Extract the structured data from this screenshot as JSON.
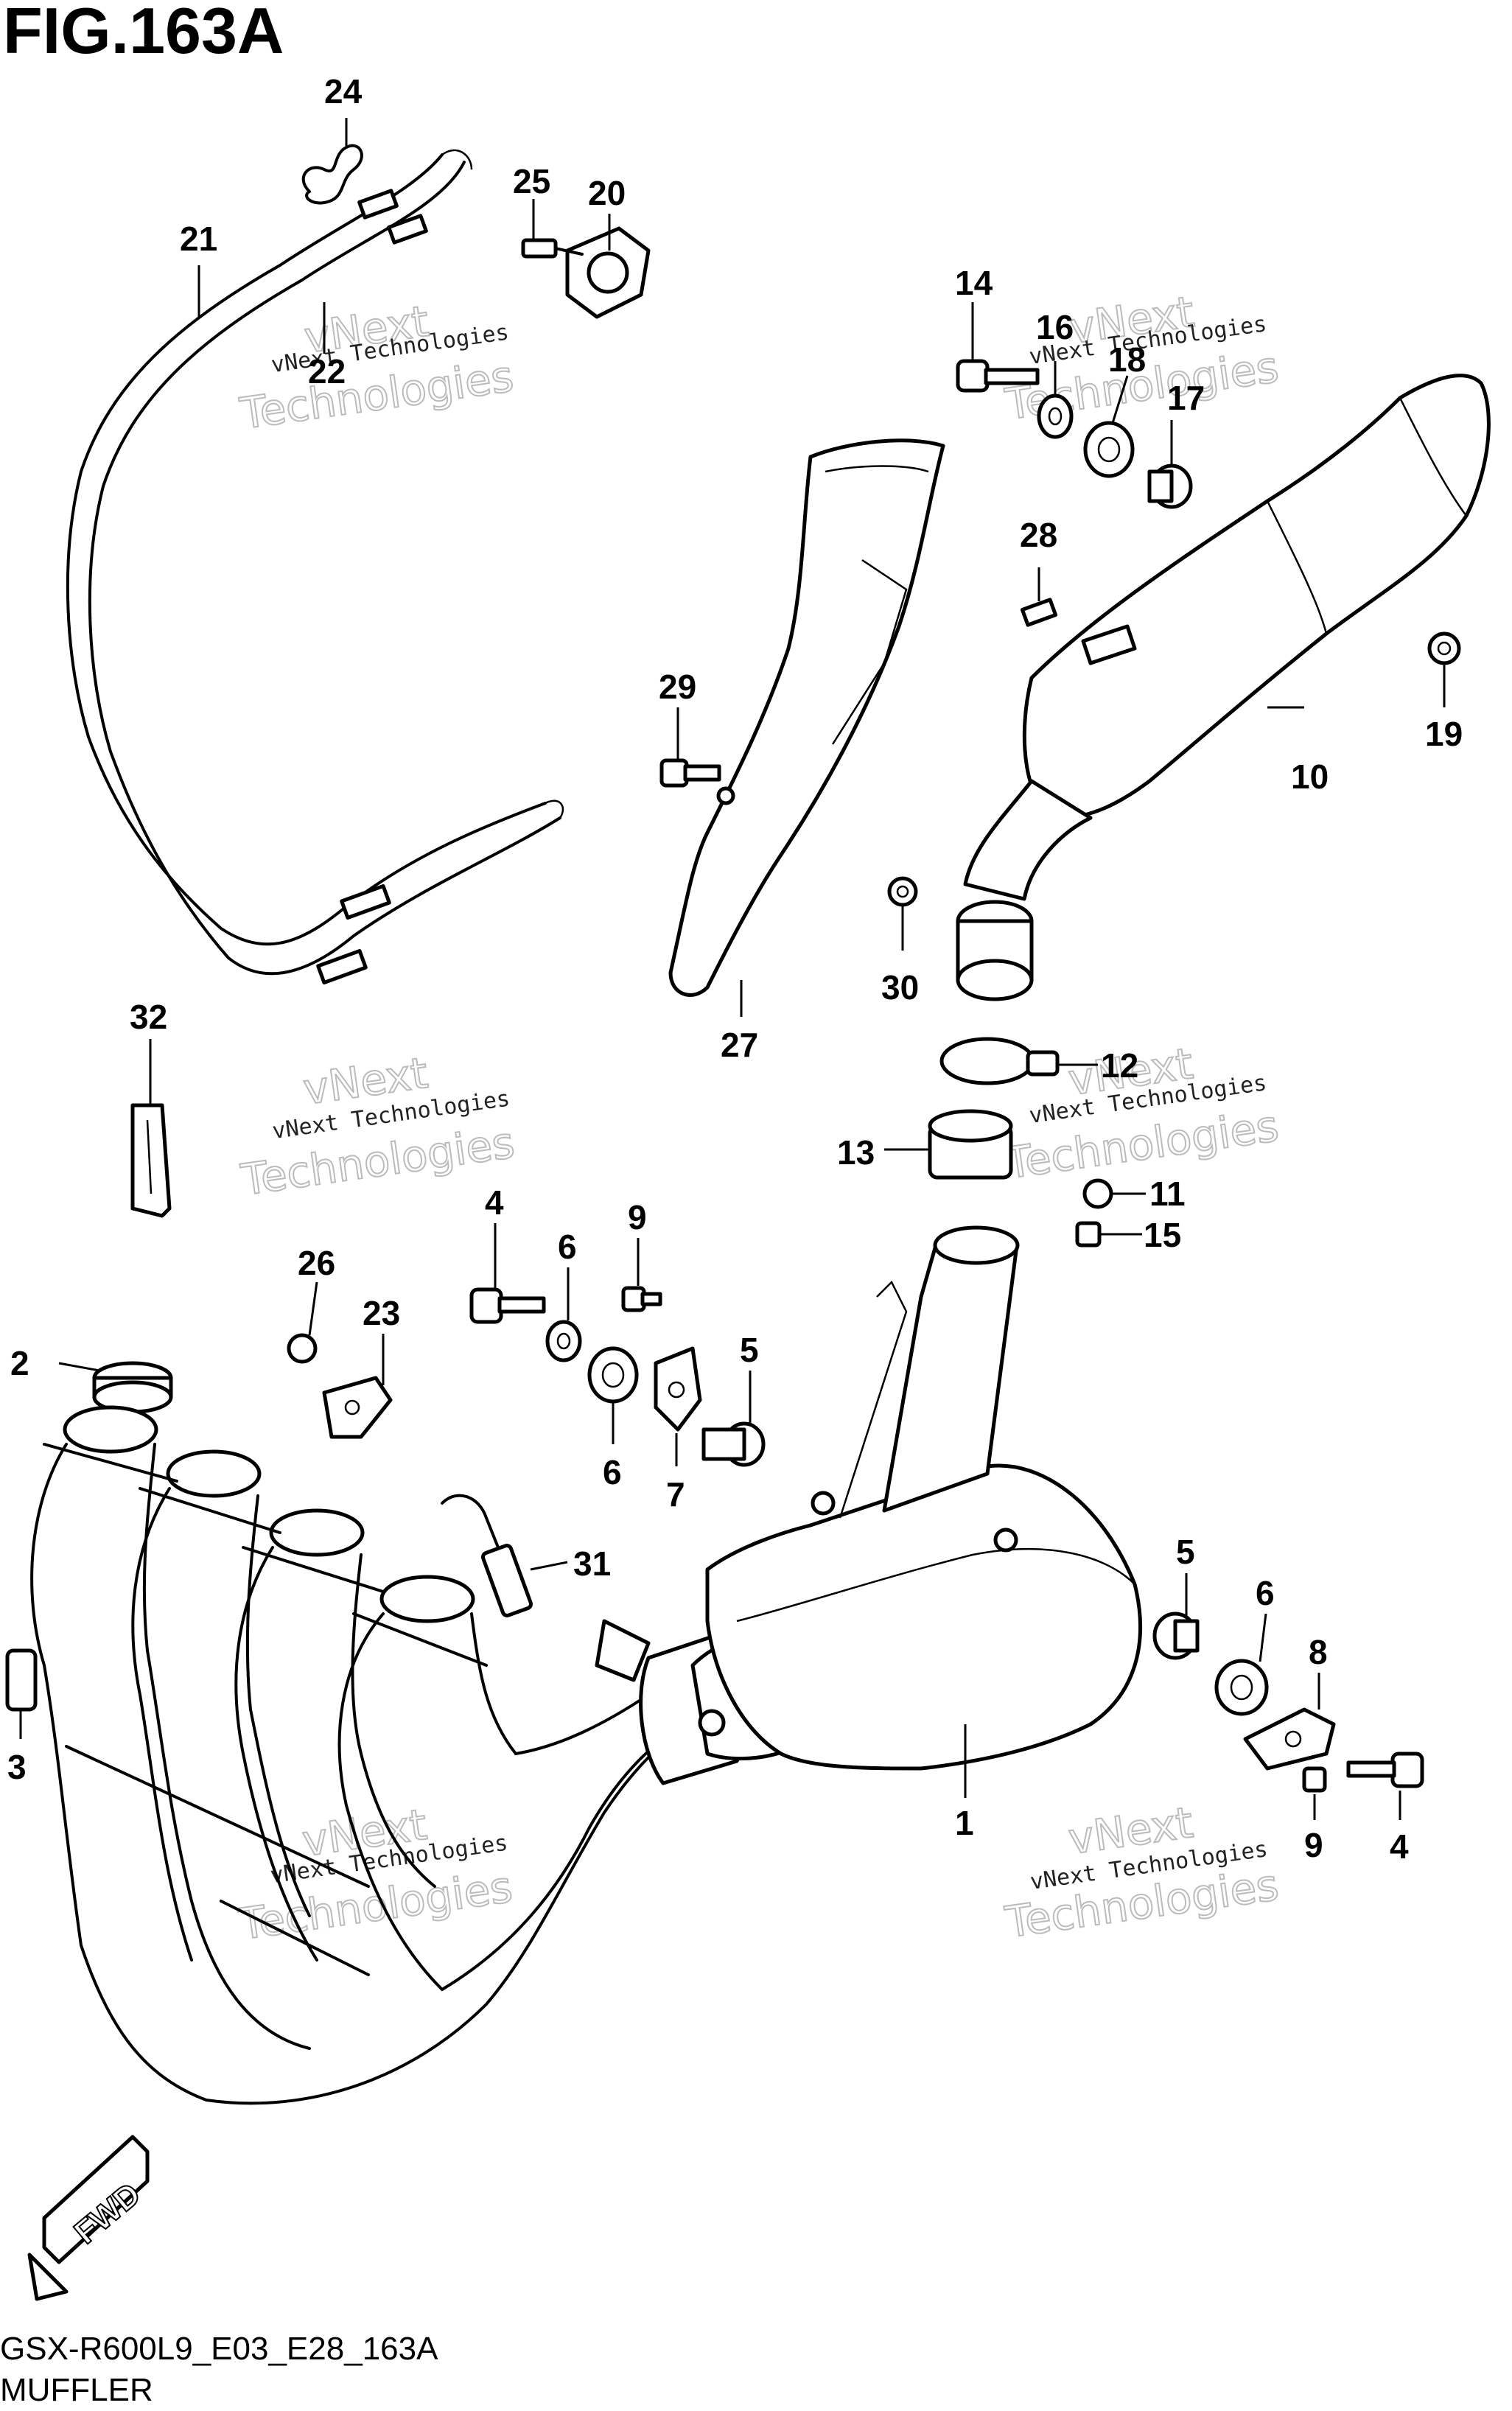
{
  "figure": {
    "title": "FIG.163A",
    "code": "GSX-R600L9_E03_E28_163A",
    "name": "MUFFLER"
  },
  "direction_badge": "FWD",
  "watermark": {
    "line1": "vNext Technologies",
    "line2": "vNext",
    "line3": "Technologies"
  },
  "callouts": [
    "1",
    "2",
    "3",
    "4",
    "4",
    "5",
    "5",
    "6",
    "6",
    "6",
    "7",
    "8",
    "9",
    "9",
    "10",
    "11",
    "12",
    "13",
    "14",
    "15",
    "16",
    "17",
    "18",
    "19",
    "20",
    "21",
    "22",
    "23",
    "24",
    "25",
    "26",
    "27",
    "28",
    "29",
    "30",
    "31",
    "32"
  ]
}
